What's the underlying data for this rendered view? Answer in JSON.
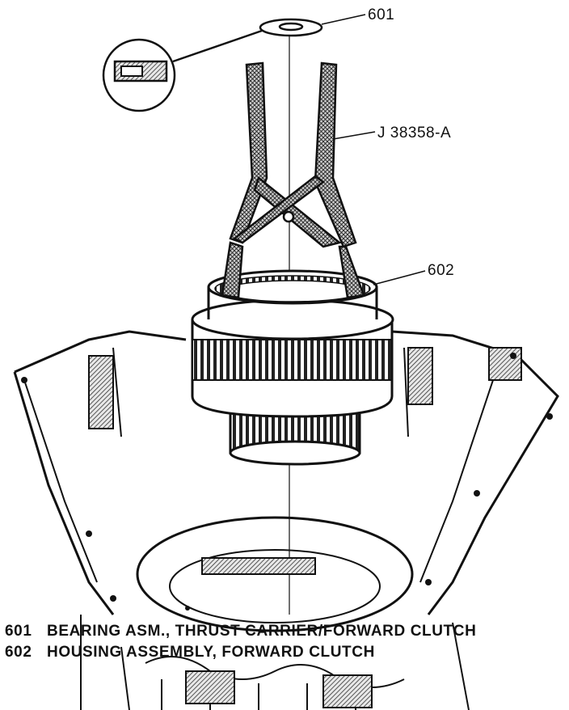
{
  "callouts": {
    "bearing": "601",
    "tool": "J 38358-A",
    "housing": "602"
  },
  "legend": [
    {
      "number": "601",
      "text": "BEARING ASM., THRUST CARRIER/FORWARD CLUTCH"
    },
    {
      "number": "602",
      "text": "HOUSING ASSEMBLY, FORWARD CLUTCH"
    }
  ],
  "colors": {
    "ink": "#111111",
    "paper": "#ffffff",
    "hatch": "#555555"
  }
}
